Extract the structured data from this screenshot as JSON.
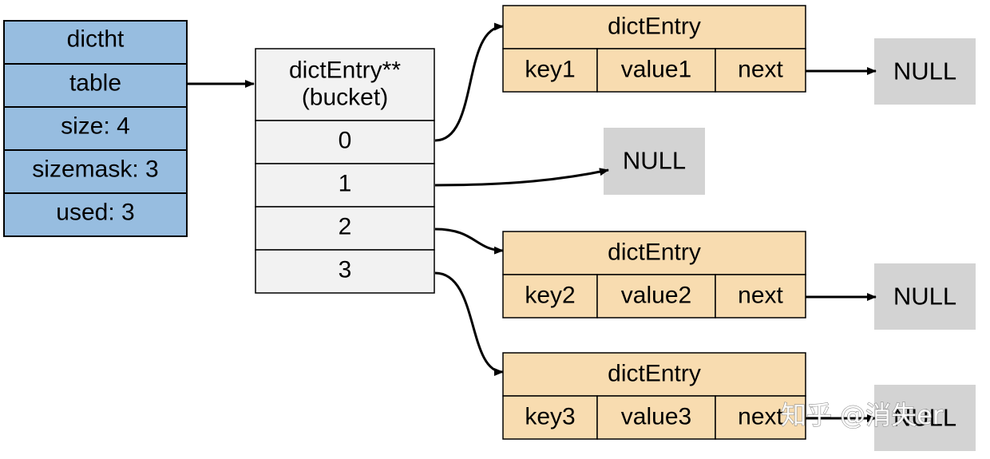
{
  "dictht": {
    "title": "dictht",
    "fields": [
      "table",
      "size: 4",
      "sizemask: 3",
      "used: 3"
    ]
  },
  "bucket": {
    "title_line1": "dictEntry**",
    "title_line2": "(bucket)",
    "slots": [
      "0",
      "1",
      "2",
      "3"
    ]
  },
  "entries": [
    {
      "title": "dictEntry",
      "key": "key1",
      "value": "value1",
      "next": "next"
    },
    {
      "title": "dictEntry",
      "key": "key2",
      "value": "value2",
      "next": "next"
    },
    {
      "title": "dictEntry",
      "key": "key3",
      "value": "value3",
      "next": "next"
    }
  ],
  "null_label": "NULL",
  "watermark": "知乎 @消失er",
  "colors": {
    "dictht_fill": "#97bde0",
    "bucket_fill": "#f2f2f2",
    "entry_fill": "#f8dcb0",
    "null_fill": "#d3d3d3",
    "stroke": "#000000"
  }
}
